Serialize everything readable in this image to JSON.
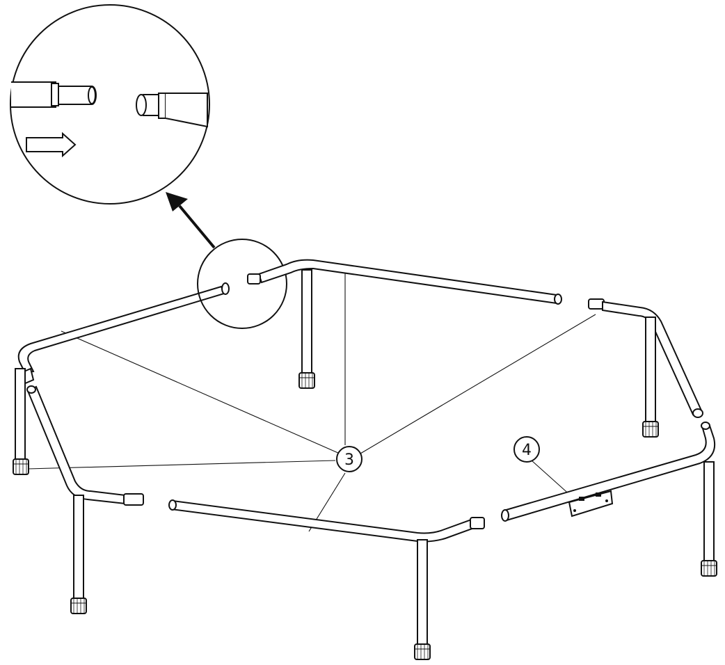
{
  "diagram": {
    "callouts": [
      {
        "id": "part-3",
        "label": "3"
      },
      {
        "id": "part-4",
        "label": "4"
      }
    ],
    "colors": {
      "line": "#111111",
      "background": "#ffffff"
    },
    "icons": [
      "magnifier-circle",
      "arrow-right-icon",
      "arrow-up-left-icon"
    ]
  }
}
